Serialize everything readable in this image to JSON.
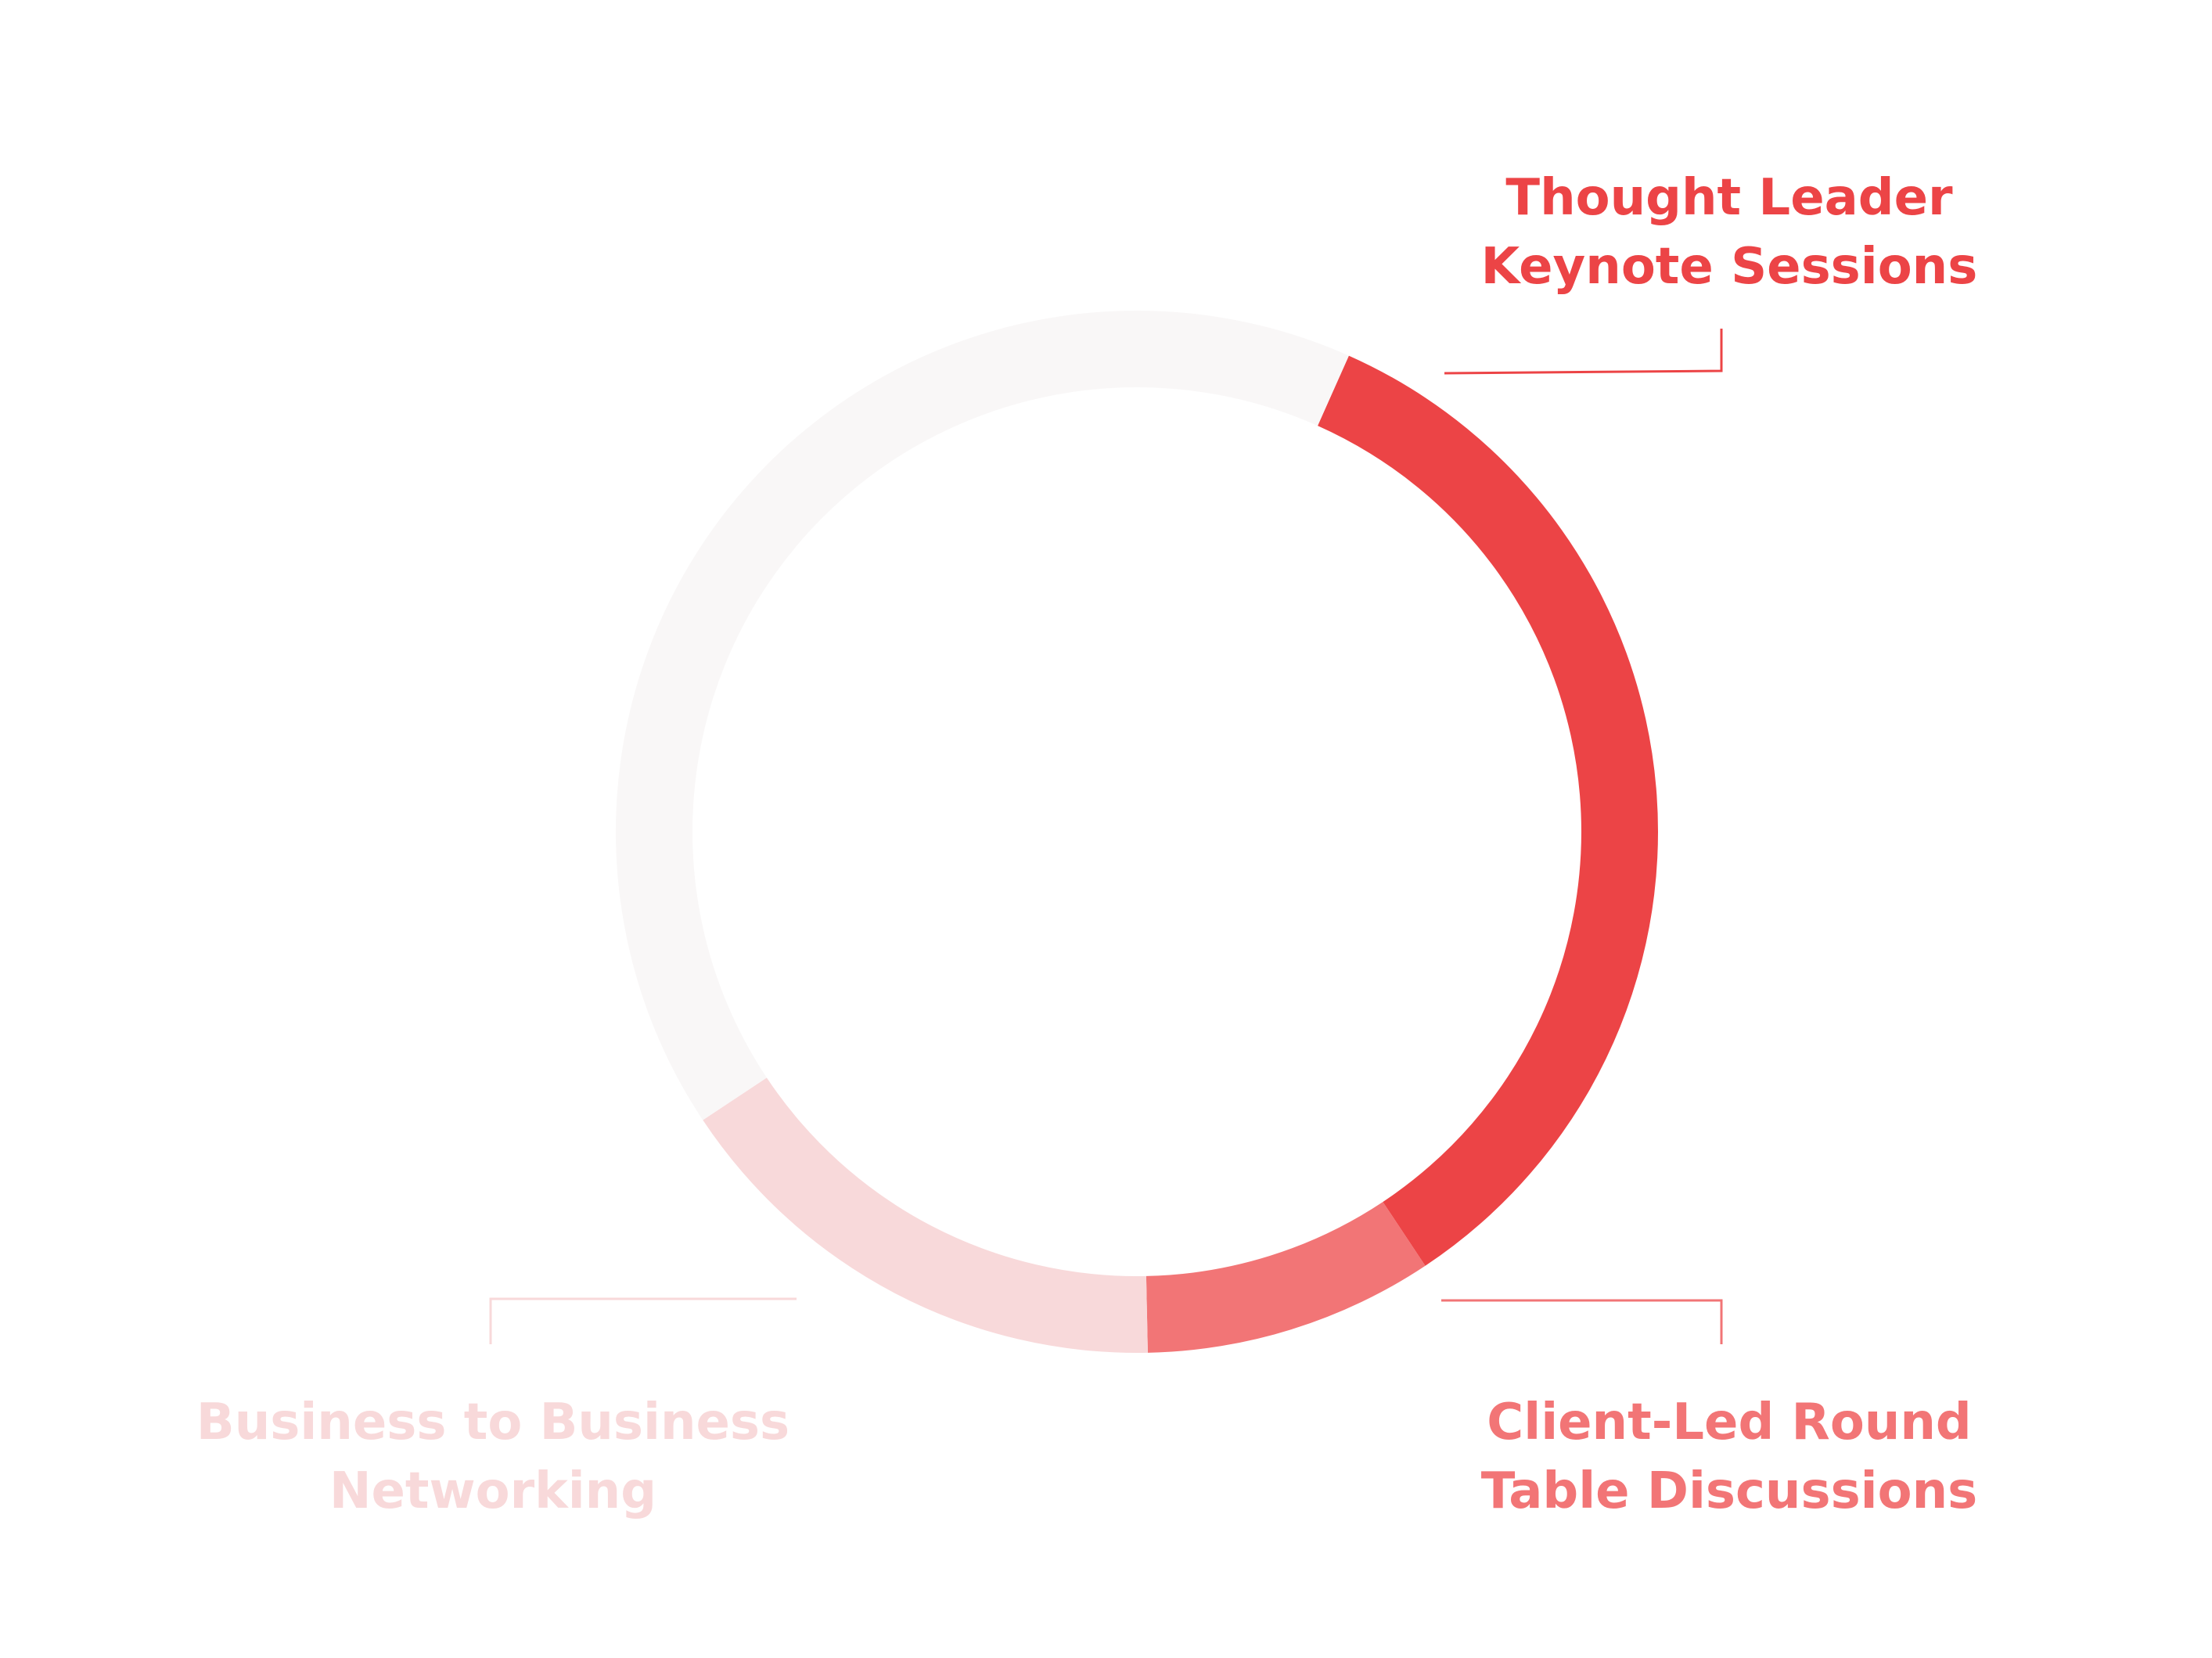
{
  "chart_data": {
    "type": "pie",
    "variant": "donut",
    "series": [
      {
        "name": "Thought Leader Keynote Sessions",
        "label_lines": [
          "Thought Leader",
          "Keynote Sessions"
        ],
        "value": 34,
        "color": "#ec4446"
      },
      {
        "name": "Client-Led Round Table Discussions",
        "label_lines": [
          "Client-Led Round",
          "Table Discussions"
        ],
        "value": 9,
        "color": "#f27576"
      },
      {
        "name": "Business to Business Networking",
        "label_lines": [
          "Business to Business",
          "Networking"
        ],
        "value": 16,
        "color": "#f8d9da"
      },
      {
        "name": "",
        "value": 41,
        "color": "#f9f7f7"
      }
    ],
    "start_angle_deg": 24,
    "direction": "clockwise",
    "legend": "none",
    "leader_lines": true
  }
}
